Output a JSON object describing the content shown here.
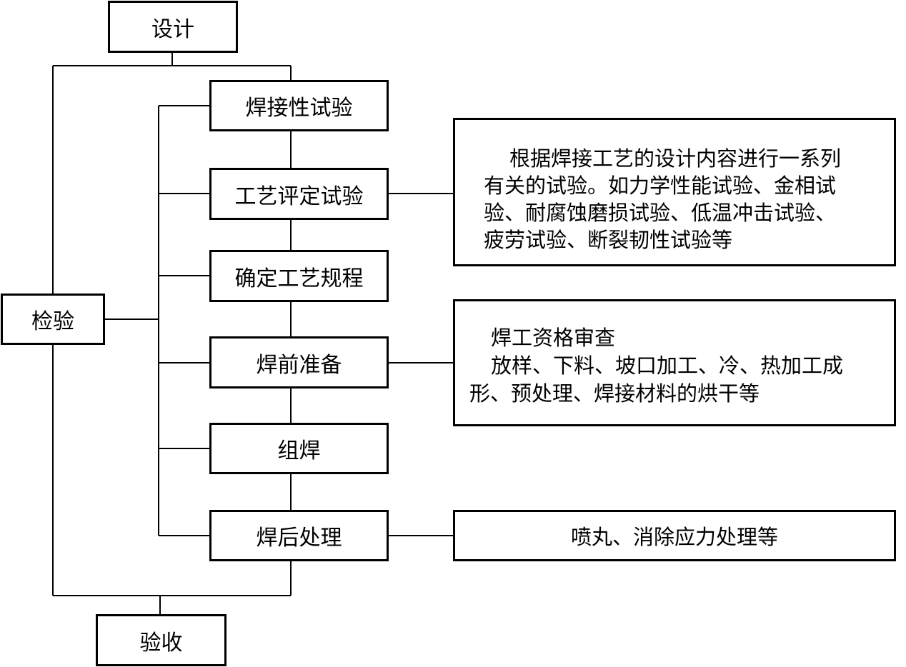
{
  "diagram": {
    "top": {
      "design": "设计"
    },
    "left": {
      "inspection": "检验"
    },
    "bottom": {
      "acceptance": "验收"
    },
    "steps": [
      {
        "id": "weldability",
        "label": "焊接性试验"
      },
      {
        "id": "procedure-qual",
        "label": "工艺评定试验"
      },
      {
        "id": "procedure-spec",
        "label": "确定工艺规程"
      },
      {
        "id": "pre-weld",
        "label": "焊前准备"
      },
      {
        "id": "assembly",
        "label": "组焊"
      },
      {
        "id": "post-weld",
        "label": "焊后处理"
      }
    ],
    "notes": {
      "procedure_qual": {
        "lines": [
          "根据焊接工艺的设计内容进行一系列",
          "有关的试验。如力学性能试验、金相试",
          "验、耐腐蚀磨损试验、低温冲击试验、",
          "疲劳试验、断裂韧性试验等"
        ]
      },
      "pre_weld": {
        "lines": [
          "焊工资格审查",
          "放样、下料、坡口加工、冷、热加工成",
          "形、预处理、焊接材料的烘干等"
        ]
      },
      "post_weld": {
        "text": "喷丸、消除应力处理等"
      }
    }
  }
}
